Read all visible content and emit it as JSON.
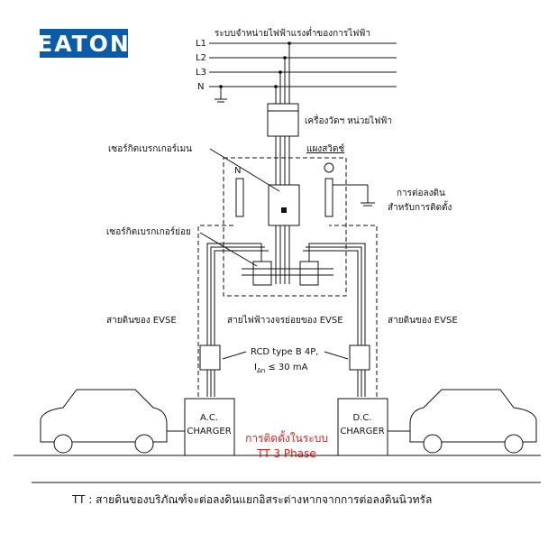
{
  "logo": {
    "text": "EATON",
    "color": "#0a5ba8"
  },
  "supply": {
    "title": "ระบบจำหน่ายไฟฟ้าแรงต่ำของการไฟฟ้า",
    "lines": [
      "L1",
      "L2",
      "L3",
      "N"
    ]
  },
  "meter": {
    "label": "เครื่องวัดฯ หน่วยไฟฟ้า"
  },
  "main_breaker": {
    "label": "เซอร์กิตเบรกเกอร์เมน"
  },
  "switchboard": {
    "label": "แผงสวิตช์",
    "neutral_label": "N"
  },
  "earthing": {
    "line1": "การต่อลงดิน",
    "line2": "สำหรับการติดตั้ง"
  },
  "sub_breaker": {
    "label": "เซอร์กิตเบรกเกอร์ย่อย"
  },
  "cables": {
    "evse_earth_left": "สายดินของ EVSE",
    "evse_circuit": "สายไฟฟ้าวงจรย่อยของ EVSE",
    "evse_earth_right": "สายดินของ EVSE"
  },
  "rcd": {
    "line1": "RCD type B 4P,",
    "line2_prefix": "I",
    "line2_sub": "Δn",
    "line2_suffix": " ≤ 30 mA"
  },
  "chargers": {
    "ac": [
      "A.C.",
      "CHARGER"
    ],
    "dc": [
      "D.C.",
      "CHARGER"
    ]
  },
  "system": {
    "line1": "การติดตั้งในระบบ",
    "line2": "TT 3 Phase",
    "color": "#e02020"
  },
  "footer": "TT : สายดินของบริภัณฑ์จะต่อลงดินแยกอิสระต่างหากจากการต่อลงดินนิวทรัล"
}
